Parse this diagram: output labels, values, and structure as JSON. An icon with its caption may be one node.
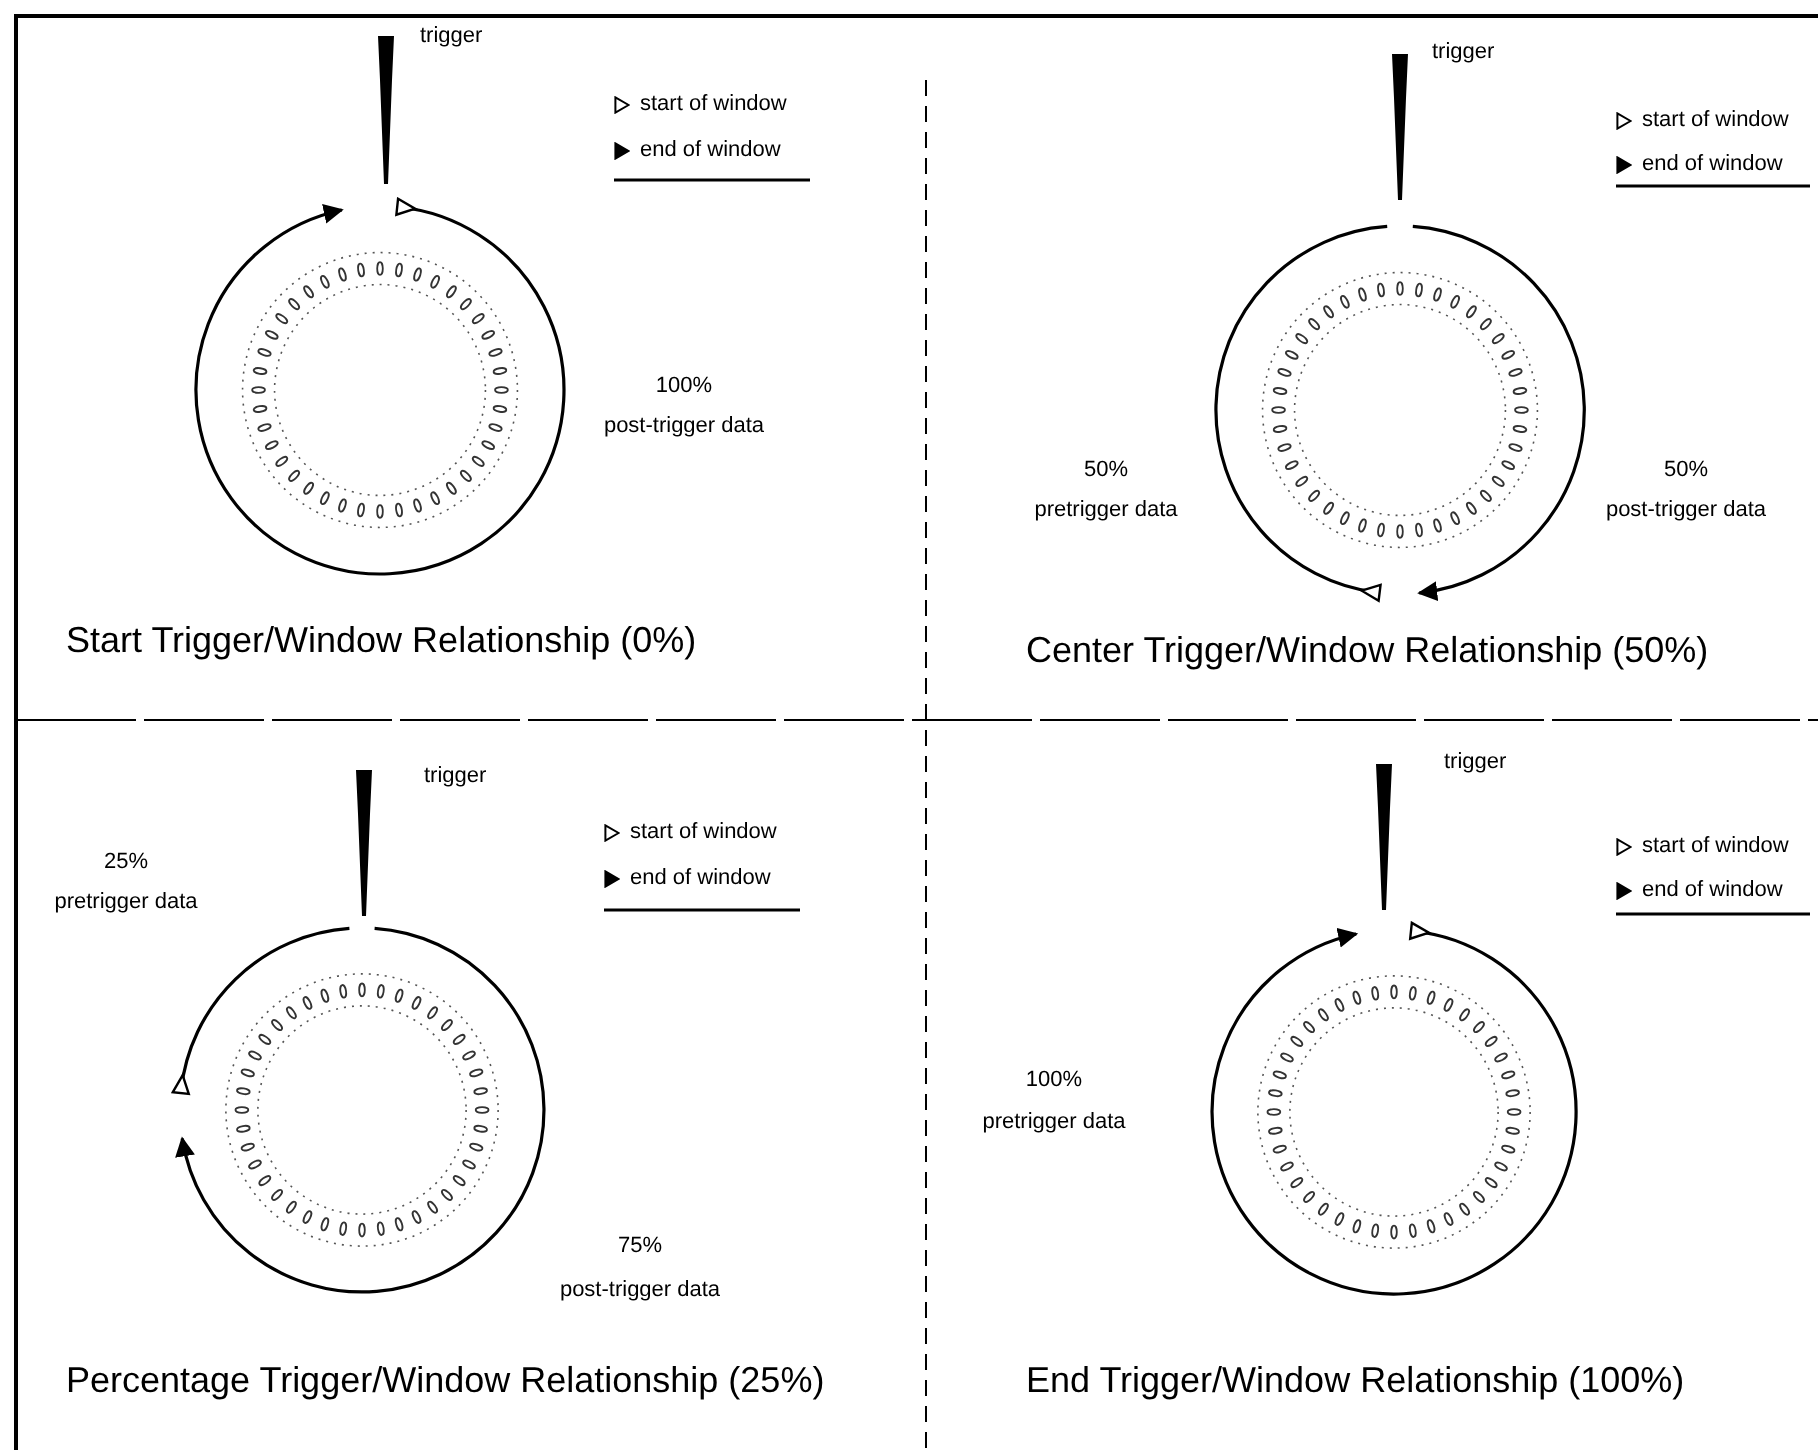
{
  "diagram": {
    "labels": [
      "trigger",
      "100%",
      "post-trigger data",
      "Start Trigger/Window Relationship (0%)",
      "trigger",
      "50%",
      "pretrigger data",
      "50%",
      "post-trigger data",
      "Center Trigger/Window Relationship (50%)",
      "trigger",
      "25%",
      "pretrigger data",
      "75%",
      "post-trigger data",
      "Percentage Trigger/Window Relationship (25%)",
      "trigger",
      "100%",
      "pretrigger data",
      "End Trigger/Window Relationship (100%)"
    ],
    "legend": [
      {
        "text": "start of window"
      },
      {
        "text": "end of window"
      },
      {
        "text": "start of window"
      },
      {
        "text": "end of window"
      },
      {
        "text": "start of window"
      },
      {
        "text": "end of window"
      },
      {
        "text": "start of window"
      },
      {
        "text": "end of window"
      }
    ]
  }
}
